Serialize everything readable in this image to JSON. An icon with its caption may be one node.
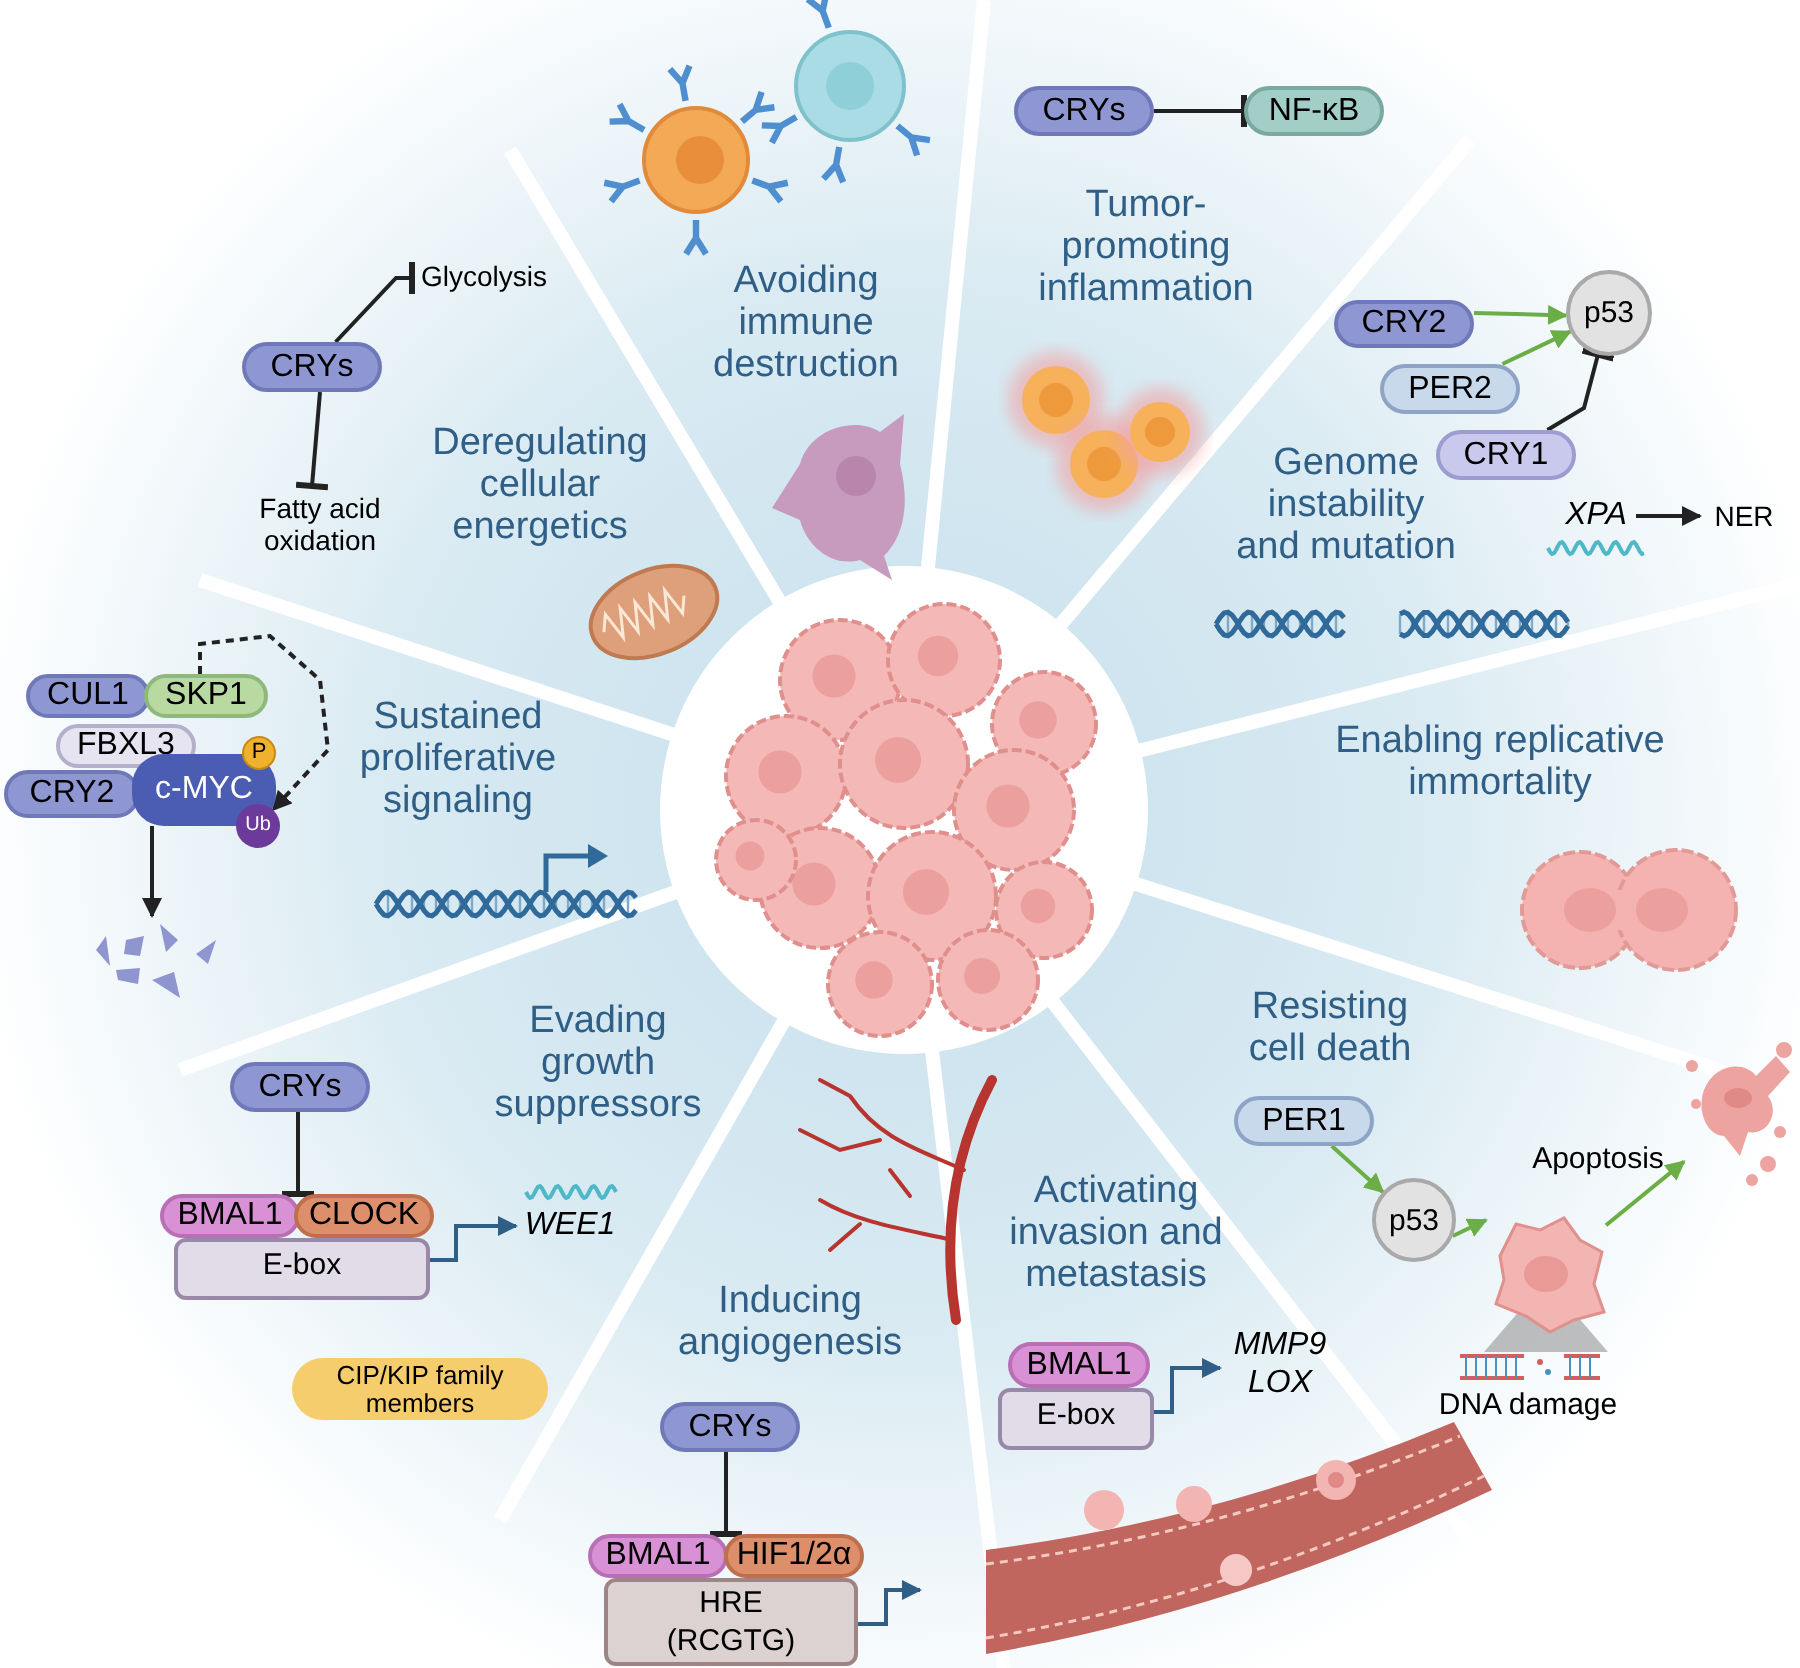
{
  "diagram": {
    "nodes": [
      {
        "text": [
          "CRYs"
        ]
      },
      {
        "text": [
          "Glycolysis"
        ]
      },
      {
        "text": [
          "Fatty acid oxidation"
        ]
      },
      {
        "text": [
          "CUL1"
        ]
      },
      {
        "text": [
          "SKP1"
        ]
      },
      {
        "text": [
          "FBXL3"
        ]
      },
      {
        "text": [
          "CRY2"
        ]
      },
      {
        "text": [
          "c-MYC"
        ]
      },
      {
        "text": [
          "P"
        ]
      },
      {
        "text": [
          "Ub"
        ]
      },
      {
        "text": [],
        "shape": "picture"
      },
      {
        "text": [
          "CRYs"
        ]
      },
      {
        "text": [
          "BMAL1"
        ]
      },
      {
        "text": [
          "CLOCK"
        ]
      },
      {
        "text": [
          "E-box"
        ]
      },
      {
        "text": [
          "WEE1"
        ]
      },
      {
        "text": [
          "CIP/KIP family members"
        ]
      },
      {
        "text": [
          "CRYs"
        ]
      },
      {
        "text": [
          "BMAL1"
        ]
      },
      {
        "text": [
          "HIF1/2α"
        ]
      },
      {
        "text": [
          "HRE (RCGTG)"
        ]
      },
      {
        "text": [
          "BMAL1"
        ]
      },
      {
        "text": [
          "E-box"
        ]
      },
      {
        "text": [
          "MMP9",
          "LOX"
        ]
      },
      {
        "text": [
          "PER1"
        ]
      },
      {
        "text": [
          "p53"
        ]
      },
      {
        "text": [],
        "shape": "picture"
      },
      {
        "text": [],
        "shape": "picture",
        "beside": [
          "Apoptosis"
        ]
      },
      {
        "text": [
          "CRY2"
        ]
      },
      {
        "text": [
          "PER2"
        ]
      },
      {
        "text": [
          "CRY1"
        ]
      },
      {
        "text": [
          "p53"
        ]
      },
      {
        "text": [
          "XPA"
        ]
      },
      {
        "text": [
          "NER"
        ]
      },
      {
        "text": [
          "CRYs"
        ]
      },
      {
        "text": [
          "NF-κB"
        ]
      }
    ],
    "edges": [
      {
        "from": 0,
        "to": 1,
        "arrow": "other"
      },
      {
        "from": 0,
        "to": 2,
        "arrow": "other"
      },
      {
        "from": 4,
        "to": 9,
        "arrow": "to",
        "style": "dashed"
      },
      {
        "from": 7,
        "to": 10,
        "arrow": "to"
      },
      {
        "from": 11,
        "to": 12,
        "arrow": "other"
      },
      {
        "from": 14,
        "to": 15,
        "arrow": "to",
        "color": "#2f5f86"
      },
      {
        "from": 17,
        "to": 18,
        "arrow": "other"
      },
      {
        "from": 20,
        "to": null,
        "arrow": "to",
        "color": "#2f5f86"
      },
      {
        "from": 22,
        "to": 23,
        "arrow": "to",
        "color": "#2f5f86"
      },
      {
        "from": 24,
        "to": 25,
        "arrow": "to",
        "color": "#6aae45"
      },
      {
        "from": 25,
        "to": 26,
        "arrow": "to",
        "color": "#6aae45"
      },
      {
        "from": 26,
        "to": 27,
        "arrow": "to",
        "color": "#6aae45"
      },
      {
        "from": 28,
        "to": 31,
        "arrow": "to",
        "color": "#6aae45"
      },
      {
        "from": 29,
        "to": 31,
        "arrow": "to",
        "color": "#6aae45"
      },
      {
        "from": 30,
        "to": 31,
        "arrow": "other"
      },
      {
        "from": 32,
        "to": 33,
        "arrow": "to"
      },
      {
        "from": 34,
        "to": 35,
        "arrow": "other"
      }
    ],
    "labels": [
      "Tumor-promoting inflammation",
      "Avoiding immune destruction",
      "Deregulating cellular energetics",
      "Genome instability and mutation",
      "Sustained proliferative signaling",
      "Enabling replicative immortality",
      "Resisting cell death",
      "Evading growth suppressors",
      "Activating invasion and metastasis",
      "Inducing angiogenesis",
      "DNA damage"
    ]
  }
}
